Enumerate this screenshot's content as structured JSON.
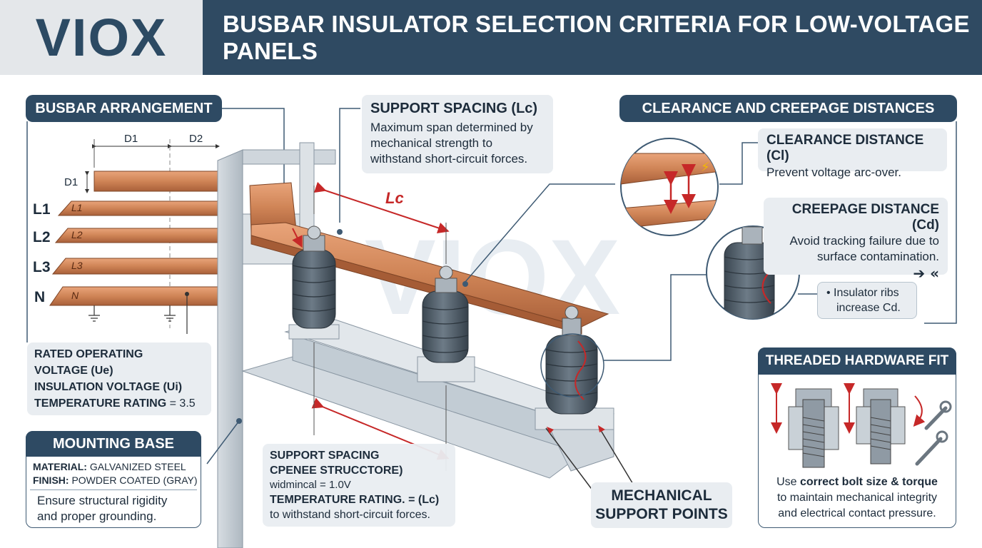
{
  "header": {
    "logo": "VIOX",
    "title": "BUSBAR INSULATOR SELECTION CRITERIA FOR LOW-VOLTAGE PANELS"
  },
  "watermark": "VIOX",
  "busbar_arrangement": {
    "title": "BUSBAR ARRANGEMENT",
    "dim_d1": "D1",
    "dim_d2": "D2",
    "dim_d1_vertical": "D1",
    "phases": [
      "L1",
      "L2",
      "L3",
      "N"
    ],
    "bar_labels": [
      "L1",
      "L2",
      "L3",
      "N"
    ],
    "ratings": {
      "line1": "RATED OPERATING",
      "line2": "VOLTAGE (Ue)",
      "line3": "INSULATION VOLTAGE (Ui)",
      "line4_label": "TEMPERATURE RATING",
      "line4_value": "= 3.5"
    }
  },
  "mounting_base": {
    "title": "MOUNTING BASE",
    "material_label": "MATERIAL:",
    "material_value": "GALVANIZED STEEL",
    "finish_label": "FINISH:",
    "finish_value": "POWDER COATED (GRAY)",
    "note_line1": "Ensure structural rigidity",
    "note_line2": "and proper grounding."
  },
  "support_spacing_top": {
    "title": "SUPPORT SPACING (Lc)",
    "line1": "Maximum span determined by",
    "line2": "mechanical strength to",
    "line3": "withstand short-circuit forces.",
    "dim_label": "Lc"
  },
  "support_spacing_bottom": {
    "line1": "SUPPORT SPACING",
    "line2": "CPENEE STRUCCTORE)",
    "line3": "widmincal = 1.0V",
    "line4": "TEMPERATURE RATING. = (Lc)",
    "line5": "to withstand short-circuit forces."
  },
  "mechanical_support": {
    "line1": "MECHANICAL",
    "line2": "SUPPORT POINTS"
  },
  "clearance_creepage": {
    "title": "CLEARANCE AND CREEPAGE DISTANCES",
    "clearance_title": "CLEARANCE DISTANCE (Cl)",
    "clearance_text": "Prevent voltage arc-over.",
    "creepage_title": "CREEPAGE DISTANCE (Cd)",
    "creepage_line1": "Avoid tracking failure due to",
    "creepage_line2": "surface contamination.",
    "arrow_glyph": "➔ «",
    "ribs_line1": "• Insulator ribs",
    "ribs_line2": "increase Cd."
  },
  "threaded_hardware": {
    "title": "THREADED HARDWARE FIT",
    "line1_pre": "Use ",
    "line1_bold": "correct bolt size & torque",
    "line2": "to maintain mechanical integrity",
    "line3": "and electrical contact pressure."
  },
  "colors": {
    "navy": "#2e4a63",
    "copper": "#c77a4d",
    "insulator": "#4e5b67",
    "steel": "#b9c3cc",
    "accent_red": "#c62828"
  }
}
